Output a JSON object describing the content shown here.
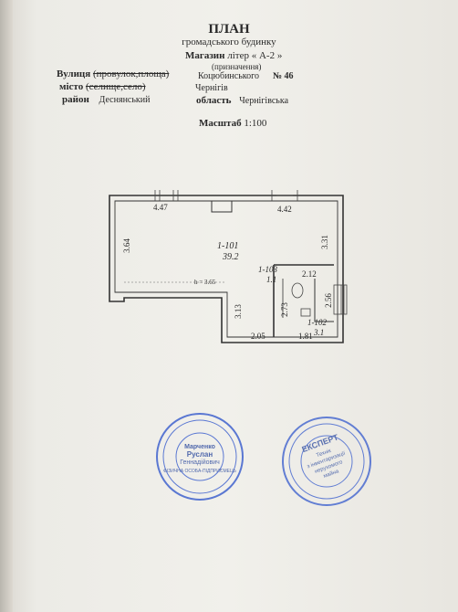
{
  "header": {
    "title": "ПЛАН",
    "subtitle": "громадського будинку",
    "purpose": "Магазин",
    "letter": "літер « А-2 »",
    "purpose_caption": "(призначення)"
  },
  "address": {
    "street_label": "Вулиця",
    "street_alt": "(провулок,площа)",
    "street_value": "Коцюбинського",
    "number": "№ 46",
    "city_label": "місто",
    "city_alt": "(селище,село)",
    "city_value": "Чернігів",
    "district_label": "район",
    "district_value": "Деснянський",
    "region_label": "область",
    "region_value": "Чернігівська"
  },
  "scale": {
    "label": "Масштаб",
    "value": "1:100"
  },
  "plan": {
    "dims": {
      "top_left": "4.47",
      "top_right": "4.42",
      "left": "3.64",
      "right": "3.31",
      "d212": "2.12",
      "d313": "3.13",
      "d273": "2.73",
      "d256": "2.56",
      "d205": "2.05",
      "d181": "1.81"
    },
    "height": "h = 3.65",
    "rooms": [
      {
        "id": "1-101",
        "area": "39.2"
      },
      {
        "id": "1-103",
        "area": "1.1"
      },
      {
        "id": "1-102",
        "area": "3.1"
      }
    ]
  },
  "stamps": {
    "left": {
      "line1": "Марченко",
      "line2": "Руслан",
      "line3": "Геннадійович",
      "line4": "ФІЗИЧНА ОСОБА-ПІДПРИЄМЕЦЬ"
    },
    "right": {
      "line1": "ЕКСПЕРТ",
      "line2": "Технік",
      "line3": "з інвентаризації",
      "line4": "нерухомого",
      "line5": "майна"
    }
  }
}
